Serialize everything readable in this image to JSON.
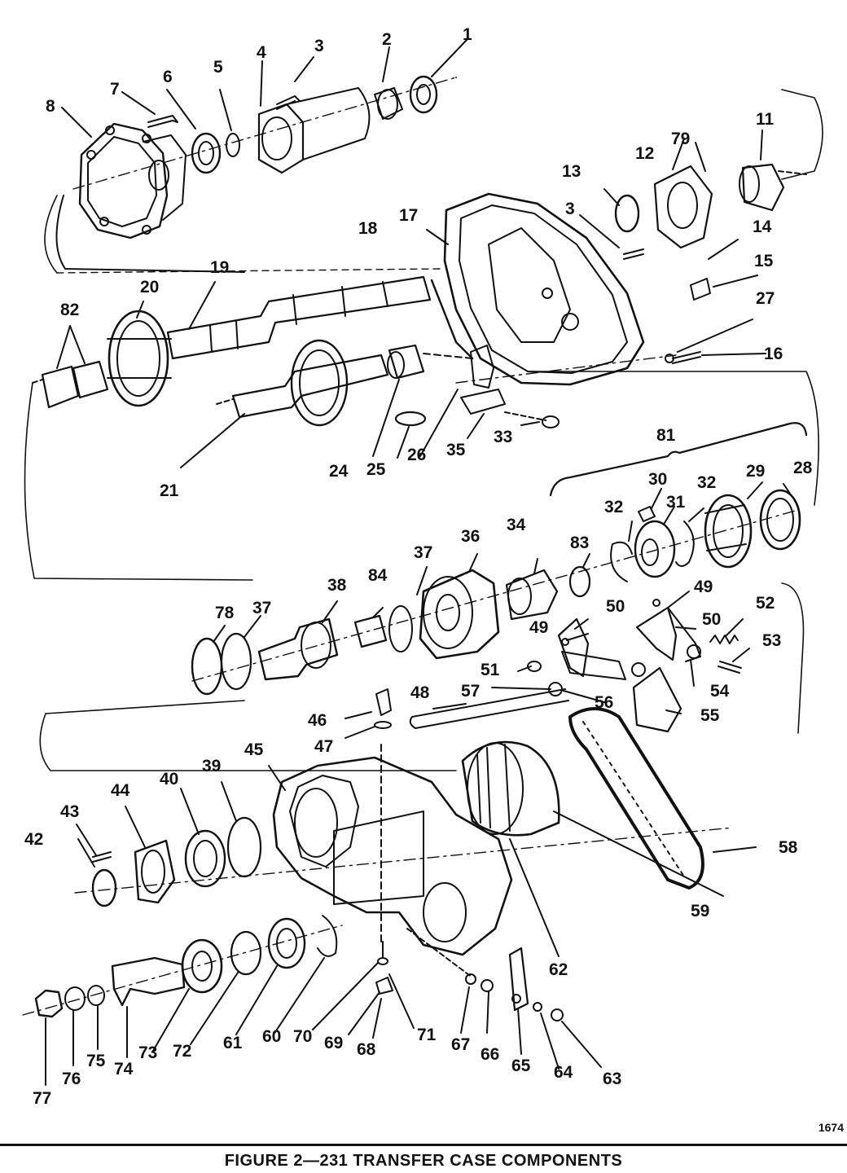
{
  "callouts": [
    "1",
    "2",
    "3",
    "4",
    "5",
    "6",
    "7",
    "8",
    "79",
    "12",
    "11",
    "13",
    "3",
    "17",
    "18",
    "14",
    "15",
    "19",
    "20",
    "82",
    "27",
    "16",
    "21",
    "24",
    "25",
    "26",
    "35",
    "33",
    "81",
    "30",
    "31",
    "32",
    "29",
    "28",
    "32",
    "83",
    "34",
    "36",
    "37",
    "84",
    "38",
    "78",
    "37",
    "49",
    "50",
    "49",
    "50",
    "52",
    "53",
    "51",
    "57",
    "56",
    "54",
    "55",
    "48",
    "46",
    "47",
    "45",
    "39",
    "40",
    "44",
    "43",
    "42",
    "58",
    "59",
    "62",
    "73",
    "72",
    "61",
    "60",
    "70",
    "69",
    "68",
    "71",
    "67",
    "66",
    "65",
    "64",
    "63",
    "77",
    "76",
    "75",
    "74"
  ],
  "reference_number": "1674",
  "caption": "FIGURE 2—231 TRANSFER CASE COMPONENTS"
}
